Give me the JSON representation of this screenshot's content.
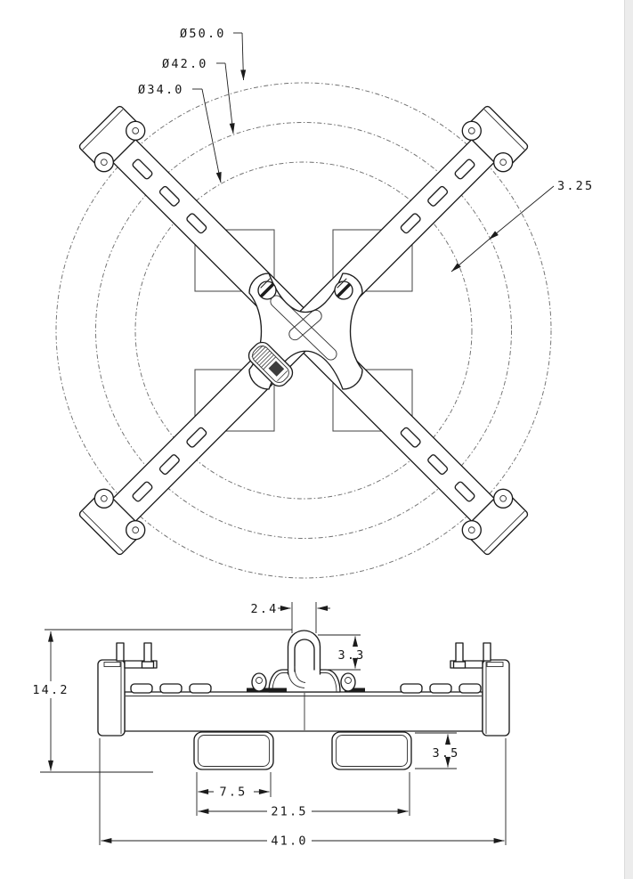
{
  "page": {
    "background": "#ffffff",
    "line_color": "#1c1c1c",
    "phantom_circle_color": "#6f6f6f",
    "viewer_edge_color": "#ececec"
  },
  "top_view": {
    "description": "Plan view of cross-shaped spreader lifting frame with three phantom swing circles",
    "labels": {
      "d50": "Ø50.0",
      "d42": "Ø42.0",
      "d34": "Ø34.0",
      "arm_width": "3.25"
    }
  },
  "front_view": {
    "description": "Front elevation of spreader beam with hoist ring and foot pads",
    "labels": {
      "ring_gap": "2.4",
      "ring_height": "3.3",
      "overall_height": "14.2",
      "pad_height": "3.5",
      "pad_width": "7.5",
      "pad_span": "21.5",
      "overall_width": "41.0"
    }
  }
}
